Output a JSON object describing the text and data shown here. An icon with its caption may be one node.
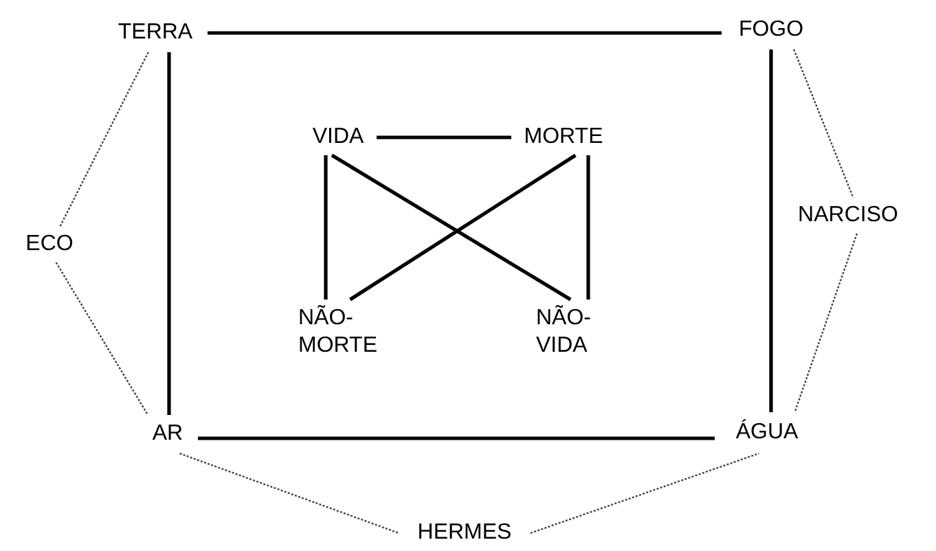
{
  "diagram": {
    "nodes": [
      {
        "text": [
          "TERRA"
        ]
      },
      {
        "text": [
          "FOGO"
        ]
      },
      {
        "text": [
          "VIDA"
        ]
      },
      {
        "text": [
          "MORTE"
        ]
      },
      {
        "text": [
          "ECO"
        ]
      },
      {
        "text": [
          "NARCISO"
        ]
      },
      {
        "text": [
          "NÃO- MORTE"
        ]
      },
      {
        "text": [
          "NÃO- VIDA"
        ]
      },
      {
        "text": [
          "AR"
        ]
      },
      {
        "text": [
          "ÁGUA"
        ]
      },
      {
        "text": [
          "HERMES"
        ]
      }
    ],
    "edges": [
      {
        "from": 0,
        "to": 1,
        "arrow": "none"
      },
      {
        "from": 0,
        "to": 8,
        "arrow": "none"
      },
      {
        "from": 1,
        "to": 9,
        "arrow": "none"
      },
      {
        "from": 8,
        "to": 9,
        "arrow": "none"
      },
      {
        "from": 2,
        "to": 3,
        "arrow": "none"
      },
      {
        "from": 2,
        "to": 6,
        "arrow": "none"
      },
      {
        "from": 2,
        "to": 7,
        "arrow": "none"
      },
      {
        "from": 3,
        "to": 6,
        "arrow": "none"
      },
      {
        "from": 3,
        "to": 7,
        "arrow": "none"
      },
      {
        "from": 0,
        "to": 4,
        "arrow": "none",
        "style": "dashed"
      },
      {
        "from": 4,
        "to": 8,
        "arrow": "none",
        "style": "dashed"
      },
      {
        "from": 1,
        "to": 5,
        "arrow": "none",
        "style": "dashed"
      },
      {
        "from": 5,
        "to": 9,
        "arrow": "none",
        "style": "dashed"
      },
      {
        "from": 8,
        "to": 10,
        "arrow": "none",
        "style": "dashed"
      },
      {
        "from": 10,
        "to": 9,
        "arrow": "none",
        "style": "dashed"
      }
    ]
  }
}
